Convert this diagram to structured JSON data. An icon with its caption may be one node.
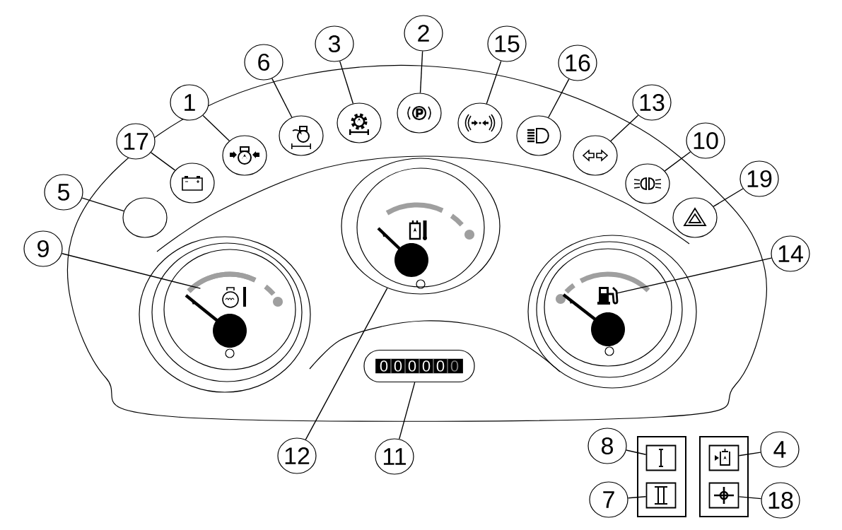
{
  "diagram": {
    "nodes": [
      {
        "text": [
          "2"
        ]
      },
      {
        "text": [
          "3"
        ]
      },
      {
        "text": [
          "15"
        ]
      },
      {
        "text": [
          "6"
        ]
      },
      {
        "text": [
          "16"
        ]
      },
      {
        "text": [
          "1"
        ]
      },
      {
        "text": [
          "13"
        ]
      },
      {
        "text": [
          "17"
        ]
      },
      {
        "text": [
          "10"
        ]
      },
      {
        "text": [
          "19"
        ]
      },
      {
        "text": [
          "5"
        ]
      },
      {
        "text": [
          "9"
        ]
      },
      {
        "text": [
          "14"
        ]
      },
      {
        "text": [
          "12"
        ]
      },
      {
        "text": [
          "11"
        ]
      },
      {
        "text": [
          "8"
        ]
      },
      {
        "text": [
          "4"
        ]
      },
      {
        "text": [
          "7"
        ]
      },
      {
        "text": [
          "18"
        ]
      },
      {
        "text": [],
        "shape": "circle"
      },
      {
        "text": [],
        "shape": "circle"
      },
      {
        "text": [],
        "shape": "circle"
      },
      {
        "text": [],
        "shape": "circle"
      },
      {
        "text": [],
        "shape": "circle"
      },
      {
        "text": [],
        "shape": "circle"
      },
      {
        "text": [],
        "shape": "circle"
      },
      {
        "text": [],
        "shape": "circle"
      },
      {
        "text": [],
        "shape": "circle"
      },
      {
        "text": [],
        "shape": "circle"
      },
      {
        "text": [],
        "shape": "circle"
      },
      {
        "text": [],
        "shape": "bar"
      },
      {
        "text": [],
        "shape": "picture"
      },
      {
        "text": [],
        "shape": "circle"
      },
      {
        "text": [
          "0",
          "0",
          "0",
          "0",
          "0",
          "0"
        ]
      },
      {
        "text": [],
        "shape": "box"
      },
      {
        "text": [],
        "shape": "box"
      },
      {
        "text": [],
        "shape": "box"
      },
      {
        "text": [],
        "shape": "box"
      }
    ],
    "edges": [
      {
        "from": 0,
        "to": 19,
        "arrow": "none"
      },
      {
        "from": 1,
        "to": 20,
        "arrow": "none"
      },
      {
        "from": 2,
        "to": 21,
        "arrow": "none"
      },
      {
        "from": 3,
        "to": 22,
        "arrow": "none"
      },
      {
        "from": 4,
        "to": 23,
        "arrow": "none"
      },
      {
        "from": 5,
        "to": 24,
        "arrow": "none"
      },
      {
        "from": 6,
        "to": 25,
        "arrow": "none"
      },
      {
        "from": 7,
        "to": 26,
        "arrow": "none"
      },
      {
        "from": 8,
        "to": 27,
        "arrow": "none"
      },
      {
        "from": 9,
        "to": 28,
        "arrow": "none"
      },
      {
        "from": 10,
        "to": 29,
        "arrow": "none"
      },
      {
        "from": 11,
        "to": 30,
        "arrow": "none"
      },
      {
        "from": 12,
        "to": 31,
        "arrow": "none"
      },
      {
        "from": 13,
        "to": 32,
        "arrow": "none"
      },
      {
        "from": 14,
        "to": 33,
        "arrow": "none"
      },
      {
        "from": 15,
        "to": 34,
        "arrow": "none"
      },
      {
        "from": 16,
        "to": 35,
        "arrow": "none"
      },
      {
        "from": 17,
        "to": 36,
        "arrow": "none"
      },
      {
        "from": 18,
        "to": 37,
        "arrow": "none"
      }
    ]
  }
}
